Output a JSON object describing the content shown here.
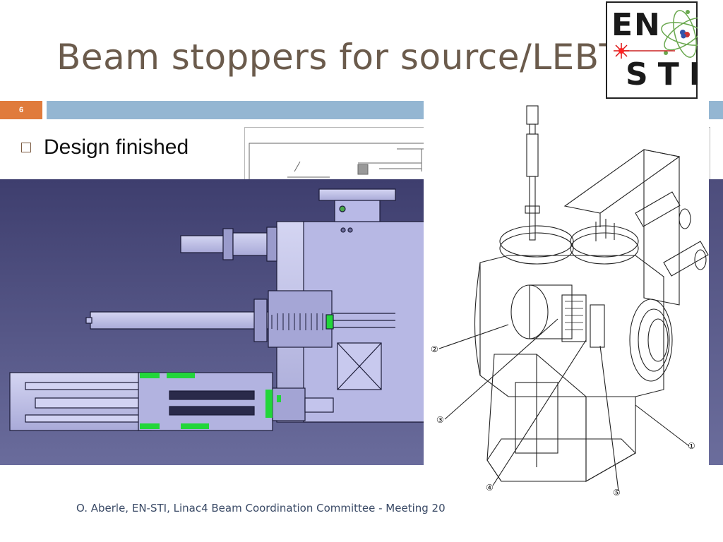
{
  "slide": {
    "title": "Beam stoppers for source/LEBT",
    "number": "6",
    "bullets": [
      "Design finished"
    ],
    "footer": "O. Aberle, EN-STI, Linac4 Beam Coordination Committee - Meeting 20"
  },
  "logo": {
    "line1": "EN",
    "line2": "STI"
  },
  "callouts": [
    "①",
    "②",
    "③",
    "④",
    "⑤"
  ],
  "colors": {
    "title": "#6b5b4c",
    "band_blue": "#94b6d2",
    "slide_number_bg": "#e07b3c",
    "cad_background": "#4a4a7a",
    "cad_part": "#b9bae6",
    "cad_green": "#22d63a"
  }
}
